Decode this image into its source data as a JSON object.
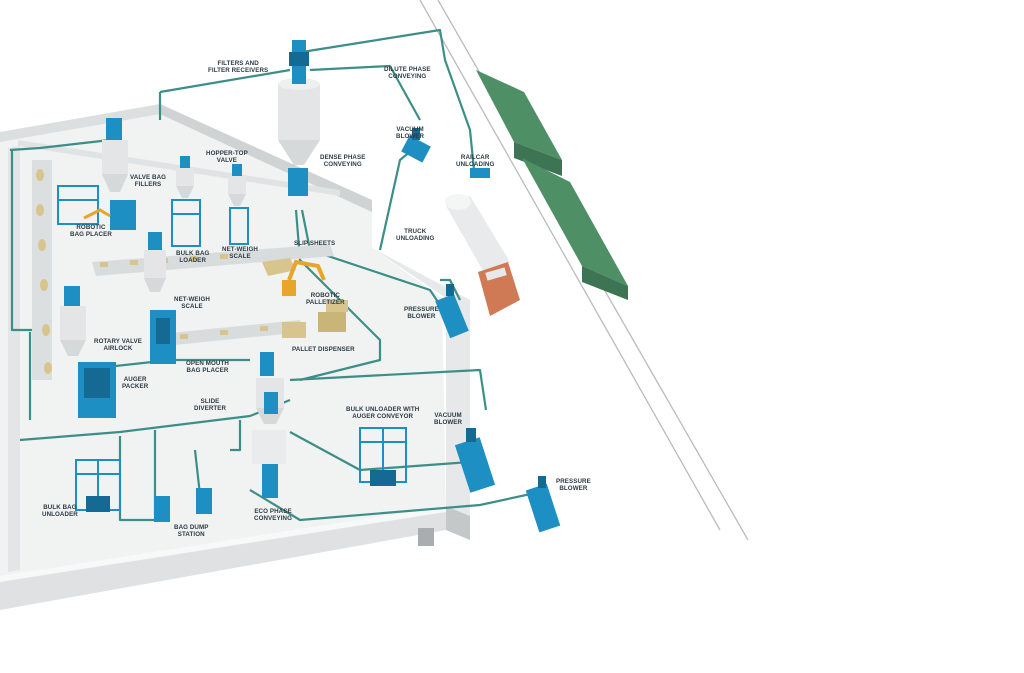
{
  "colors": {
    "pipe": "#3c8f86",
    "equipment": "#1d8fc3",
    "equipment_dark": "#146a93",
    "silo": "#e3e5e6",
    "floor": "#f1f2f2",
    "wall": "#e2e4e5",
    "wall_shadow": "#c9cccd",
    "railcar": "#4f8f66",
    "truck_cab": "#cf7a55",
    "pallet": "#d8c58e",
    "robot": "#e7a52a",
    "label_text": "#2b3a44"
  },
  "labels": {
    "filters": [
      "FILTERS AND",
      "FILTER RECEIVERS"
    ],
    "dilute_phase": [
      "DILUTE PHASE",
      "CONVEYING"
    ],
    "vacuum_blower_top": [
      "VACUUM",
      "BLOWER"
    ],
    "railcar": [
      "RAILCAR",
      "UNLOADING"
    ],
    "dense_phase": [
      "DENSE PHASE",
      "CONVEYING"
    ],
    "valve_bag": [
      "VALVE BAG",
      "FILLERS"
    ],
    "hopper_top": [
      "HOPPER-TOP",
      "VALVE"
    ],
    "robotic_bag_placer": [
      "ROBOTIC",
      "BAG PLACER"
    ],
    "bulk_bag_loader": [
      "BULK BAG",
      "LOADER"
    ],
    "net_weigh_top": [
      "NET-WEIGH",
      "SCALE"
    ],
    "slip_sheets": [
      "SLIP SHEETS"
    ],
    "truck_unloading": [
      "TRUCK",
      "UNLOADING"
    ],
    "robotic_palletizer": [
      "ROBOTIC",
      "PALLETIZER"
    ],
    "net_weigh_mid": [
      "NET-WEIGH",
      "SCALE"
    ],
    "pressure_blower_mid": [
      "PRESSURE",
      "BLOWER"
    ],
    "rotary_valve": [
      "ROTARY VALVE",
      "AIRLOCK"
    ],
    "pallet_dispenser": [
      "PALLET DISPENSER"
    ],
    "open_mouth": [
      "OPEN MOUTH",
      "BAG PLACER"
    ],
    "auger_packer": [
      "AUGER",
      "PACKER"
    ],
    "slide_diverter": [
      "SLIDE",
      "DIVERTER"
    ],
    "bulk_unloader_auger": [
      "BULK UNLOADER WITH",
      "AUGER CONVEYOR"
    ],
    "vacuum_blower_bottom": [
      "VACUUM",
      "BLOWER"
    ],
    "pressure_blower_bottom": [
      "PRESSURE",
      "BLOWER"
    ],
    "bulk_bag_unloader": [
      "BULK BAG",
      "UNLOADER"
    ],
    "bag_dump": [
      "BAG DUMP",
      "STATION"
    ],
    "eco_phase": [
      "ECO PHASE",
      "CONVEYING"
    ]
  }
}
